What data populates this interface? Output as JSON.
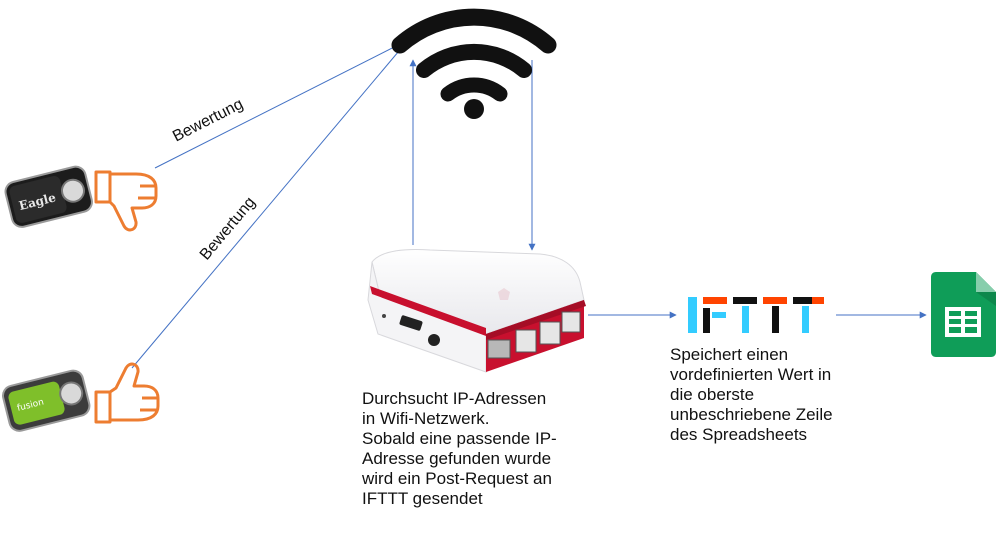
{
  "labels": {
    "rating_upper": "Bewertung",
    "rating_lower": "Bewertung",
    "pi_description": "Durchsucht IP-Adressen\nin Wifi-Netzwerk.\nSobald eine passende IP-\nAdresse gefunden wurde\nwird ein Post-Request an\nIFTTT gesendet",
    "ifttt_description": "Speichert einen\nvordefinierten Wert in\ndie oberste\nunbeschriebene Zeile\ndes Spreadsheets",
    "dash_button_top_brand": "Eagle",
    "dash_button_bottom_brand": "fusion"
  },
  "icons": {
    "wifi": "wifi-icon",
    "thumbs_down": "thumbs-down-icon",
    "thumbs_up": "thumbs-up-icon",
    "raspberry_pi": "raspberry-pi-case",
    "ifttt": "ifttt-logo",
    "sheets": "google-sheets-icon"
  },
  "colors": {
    "arrow": "#4472c4",
    "thumb": "#ed7d31",
    "pi_red": "#c8102e",
    "sheets_green": "#0f9d58",
    "ifttt_blue": "#33ccff",
    "ifttt_red": "#ff4400"
  }
}
